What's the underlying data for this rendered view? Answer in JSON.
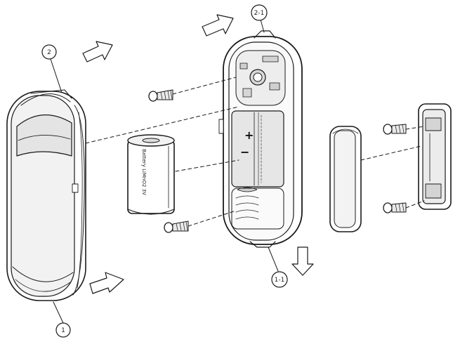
{
  "callouts": {
    "c1": "1",
    "c2": "2",
    "c1_1": "1-1",
    "c2_1": "2-1"
  },
  "battery": {
    "label": "Battery LiMnO2 3V"
  },
  "polarity": {
    "plus": "+",
    "minus": "−"
  }
}
